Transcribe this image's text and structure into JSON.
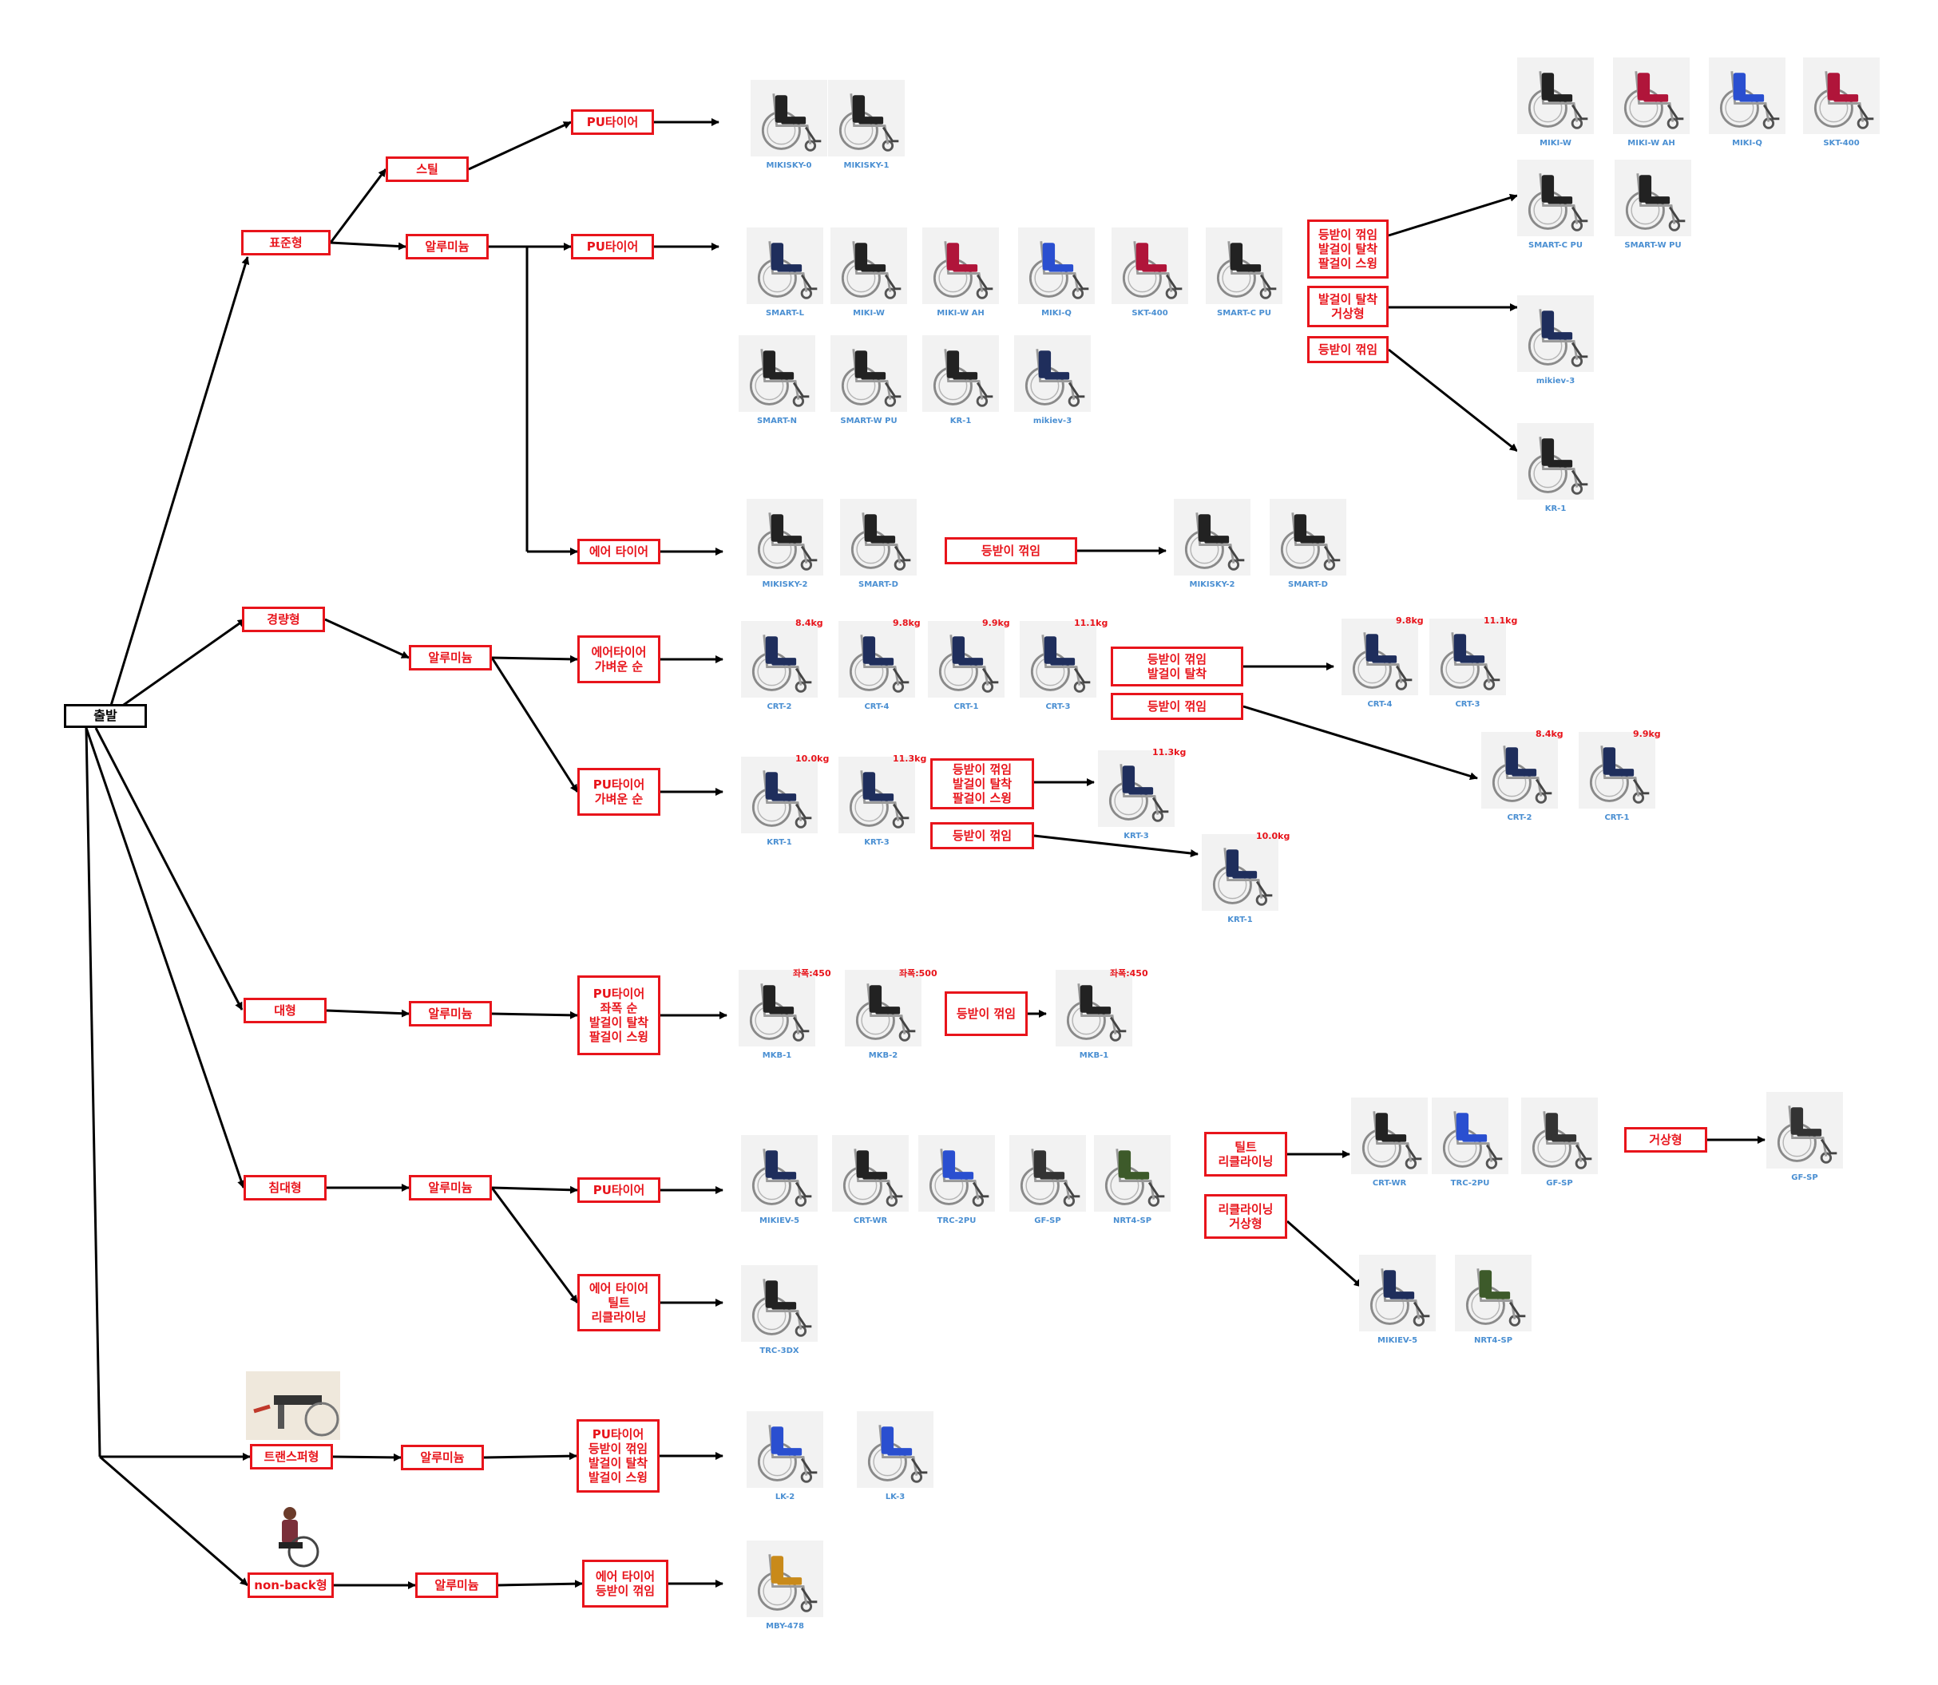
{
  "colors": {
    "box_border": "#e8141b",
    "box_text": "#e8141b",
    "root_border": "#000000",
    "model_label": "#4a8fd2",
    "arrow": "#000000"
  },
  "boxes": [
    {
      "id": "root",
      "text": "출발"
    },
    {
      "id": "std",
      "text": "표준형"
    },
    {
      "id": "steel",
      "text": "스틸"
    },
    {
      "id": "pu1",
      "text": "PU타이어"
    },
    {
      "id": "alu1",
      "text": "알루미늄"
    },
    {
      "id": "pu2",
      "text": "PU타이어"
    },
    {
      "id": "air1",
      "text": "에어 타이어"
    },
    {
      "id": "f1",
      "text": "등받이 꺾임\n발걸이 탈착\n팔걸이 스윙"
    },
    {
      "id": "f2",
      "text": "발걸이 탈착\n거상형"
    },
    {
      "id": "f3",
      "text": "등받이 꺾임"
    },
    {
      "id": "f4",
      "text": "등받이 꺾임"
    },
    {
      "id": "light",
      "text": "경량형"
    },
    {
      "id": "alu2",
      "text": "알루미늄"
    },
    {
      "id": "air2",
      "text": "에어타이어\n가벼운 순"
    },
    {
      "id": "pu3",
      "text": "PU타이어\n가벼운 순"
    },
    {
      "id": "f5",
      "text": "등받이 꺾임\n발걸이 탈착"
    },
    {
      "id": "f6",
      "text": "등받이 꺾임"
    },
    {
      "id": "f7",
      "text": "등받이 꺾임\n발걸이 탈착\n팔걸이 스윙"
    },
    {
      "id": "f8",
      "text": "등받이 꺾임"
    },
    {
      "id": "large",
      "text": "대형"
    },
    {
      "id": "alu3",
      "text": "알루미늄"
    },
    {
      "id": "pu4",
      "text": "PU타이어\n좌폭 순\n발걸이 탈착\n팔걸이 스윙"
    },
    {
      "id": "f9",
      "text": "등받이 꺾임"
    },
    {
      "id": "bed",
      "text": "침대형"
    },
    {
      "id": "alu4",
      "text": "알루미늄"
    },
    {
      "id": "pu5",
      "text": "PU타이어"
    },
    {
      "id": "air3",
      "text": "에어 타이어\n틸트\n리클라이닝"
    },
    {
      "id": "tilt",
      "text": "틸트\n리클라이닝"
    },
    {
      "id": "recl",
      "text": "리클라이닝\n거상형"
    },
    {
      "id": "elev",
      "text": "거상형"
    },
    {
      "id": "trans",
      "text": "트랜스퍼형"
    },
    {
      "id": "alu5",
      "text": "알루미늄"
    },
    {
      "id": "pu6",
      "text": "PU타이어\n등받이 꺾임\n발걸이 탈착\n발걸이 스윙"
    },
    {
      "id": "nonback",
      "text": "non-back형"
    },
    {
      "id": "alu6",
      "text": "알루미늄"
    },
    {
      "id": "air4",
      "text": "에어 타이어\n등받이 꺾임"
    }
  ],
  "models": [
    {
      "label": "MIKISKY-0",
      "seat": "#222222"
    },
    {
      "label": "MIKISKY-1",
      "seat": "#222222"
    },
    {
      "label": "SMART-L",
      "seat": "#1f2e5c"
    },
    {
      "label": "MIKI-W",
      "seat": "#222222"
    },
    {
      "label": "MIKI-W AH",
      "seat": "#b0153a"
    },
    {
      "label": "MIKI-Q",
      "seat": "#2a4fd0"
    },
    {
      "label": "SKT-400",
      "seat": "#b0153a"
    },
    {
      "label": "SMART-C PU",
      "seat": "#222222"
    },
    {
      "label": "SMART-N",
      "seat": "#222222"
    },
    {
      "label": "SMART-W PU",
      "seat": "#222222"
    },
    {
      "label": "KR-1",
      "seat": "#222222"
    },
    {
      "label": "mikiev-3",
      "seat": "#1f2e5c"
    },
    {
      "label": "MIKI-W",
      "seat": "#222222"
    },
    {
      "label": "MIKI-W AH",
      "seat": "#b0153a"
    },
    {
      "label": "MIKI-Q",
      "seat": "#2a4fd0"
    },
    {
      "label": "SKT-400",
      "seat": "#b0153a"
    },
    {
      "label": "SMART-C PU",
      "seat": "#222222"
    },
    {
      "label": "SMART-W PU",
      "seat": "#222222"
    },
    {
      "label": "mikiev-3",
      "seat": "#1f2e5c"
    },
    {
      "label": "KR-1",
      "seat": "#222222"
    },
    {
      "label": "MIKISKY-2",
      "seat": "#222222"
    },
    {
      "label": "SMART-D",
      "seat": "#222222"
    },
    {
      "label": "MIKISKY-2",
      "seat": "#222222"
    },
    {
      "label": "SMART-D",
      "seat": "#222222"
    },
    {
      "label": "CRT-2",
      "seat": "#1f2e5c",
      "weight": "8.4kg"
    },
    {
      "label": "CRT-4",
      "seat": "#1f2e5c",
      "weight": "9.8kg"
    },
    {
      "label": "CRT-1",
      "seat": "#1f2e5c",
      "weight": "9.9kg"
    },
    {
      "label": "CRT-3",
      "seat": "#1f2e5c",
      "weight": "11.1kg"
    },
    {
      "label": "CRT-4",
      "seat": "#1f2e5c",
      "weight": "9.8kg"
    },
    {
      "label": "CRT-3",
      "seat": "#1f2e5c",
      "weight": "11.1kg"
    },
    {
      "label": "CRT-2",
      "seat": "#1f2e5c",
      "weight": "8.4kg"
    },
    {
      "label": "CRT-1",
      "seat": "#1f2e5c",
      "weight": "9.9kg"
    },
    {
      "label": "KRT-1",
      "seat": "#1f2e5c",
      "weight": "10.0kg"
    },
    {
      "label": "KRT-3",
      "seat": "#1f2e5c",
      "weight": "11.3kg"
    },
    {
      "label": "KRT-3",
      "seat": "#1f2e5c",
      "weight": "11.3kg"
    },
    {
      "label": "KRT-1",
      "seat": "#1f2e5c",
      "weight": "10.0kg"
    },
    {
      "label": "MKB-1",
      "seat": "#222222",
      "weight": "좌폭:450"
    },
    {
      "label": "MKB-2",
      "seat": "#222222",
      "weight": "좌폭:500"
    },
    {
      "label": "MKB-1",
      "seat": "#222222",
      "weight": "좌폭:450"
    },
    {
      "label": "MIKIEV-5",
      "seat": "#1f2e5c"
    },
    {
      "label": "CRT-WR",
      "seat": "#222222"
    },
    {
      "label": "TRC-2PU",
      "seat": "#2a4fd0"
    },
    {
      "label": "GF-SP",
      "seat": "#333333"
    },
    {
      "label": "NRT4-SP",
      "seat": "#3d5a2a"
    },
    {
      "label": "CRT-WR",
      "seat": "#222222"
    },
    {
      "label": "TRC-2PU",
      "seat": "#2a4fd0"
    },
    {
      "label": "GF-SP",
      "seat": "#333333"
    },
    {
      "label": "GF-SP",
      "seat": "#333333"
    },
    {
      "label": "MIKIEV-5",
      "seat": "#1f2e5c"
    },
    {
      "label": "NRT4-SP",
      "seat": "#3d5a2a"
    },
    {
      "label": "TRC-3DX",
      "seat": "#222222"
    },
    {
      "label": "LK-2",
      "seat": "#2a4fd0"
    },
    {
      "label": "LK-3",
      "seat": "#2a4fd0"
    },
    {
      "label": "MBY-478",
      "seat": "#c98a1a"
    }
  ]
}
